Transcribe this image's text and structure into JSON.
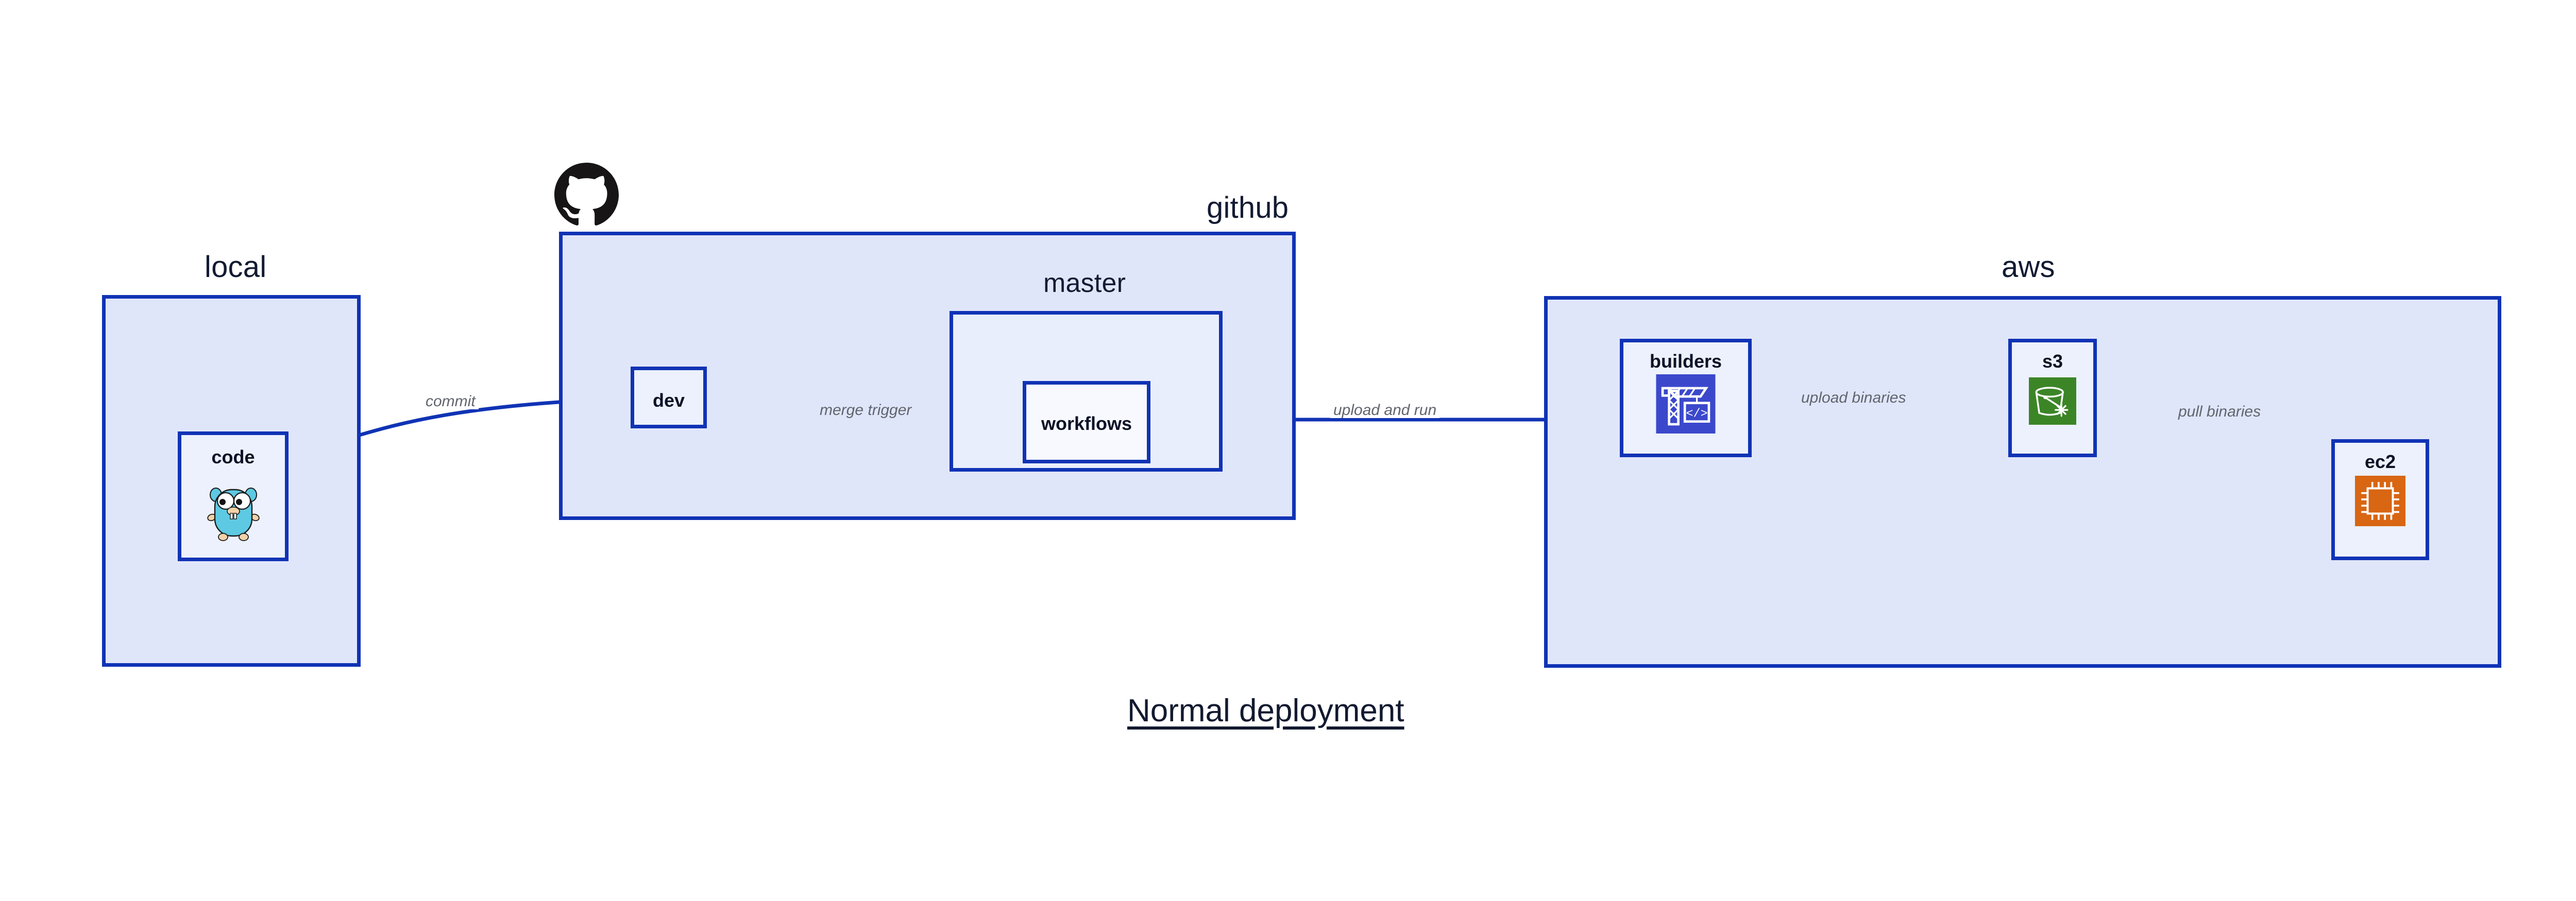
{
  "title": "Normal deployment",
  "colors": {
    "zone_fill": "#e0e6fa",
    "zone_border": "#1033b5",
    "node_fill": "#ecf1fd",
    "edge": "#1033b5",
    "edge_label": "#61656e",
    "builders_icon": "#3b48cc",
    "s3_icon": "#3c8527",
    "ec2_icon": "#d86613",
    "gopher": "#5dc9e2"
  },
  "zones": [
    {
      "id": "local",
      "label": "local"
    },
    {
      "id": "github",
      "label": "github"
    },
    {
      "id": "aws",
      "label": "aws"
    }
  ],
  "subzones": [
    {
      "id": "master",
      "label": "master"
    }
  ],
  "nodes": [
    {
      "id": "code",
      "label": "code",
      "icon": "go-gopher-icon",
      "zone": "local"
    },
    {
      "id": "dev",
      "label": "dev",
      "icon": null,
      "zone": "github"
    },
    {
      "id": "workflows",
      "label": "workflows",
      "icon": null,
      "zone": "master"
    },
    {
      "id": "builders",
      "label": "builders",
      "icon": "aws-codebuild-icon",
      "zone": "aws"
    },
    {
      "id": "s3",
      "label": "s3",
      "icon": "aws-s3-glacier-icon",
      "zone": "aws"
    },
    {
      "id": "ec2",
      "label": "ec2",
      "icon": "aws-ec2-icon",
      "zone": "aws"
    }
  ],
  "edges": [
    {
      "id": "commit",
      "label": "commit",
      "from": "code",
      "to": "dev"
    },
    {
      "id": "merge-trigger",
      "label": "merge trigger",
      "from": "dev",
      "to": "workflows"
    },
    {
      "id": "upload-and-run",
      "label": "upload and run",
      "from": "workflows",
      "to": "builders"
    },
    {
      "id": "upload-binaries",
      "label": "upload binaries",
      "from": "builders",
      "to": "s3"
    },
    {
      "id": "pull-binaries",
      "label": "pull binaries",
      "from": "s3",
      "to": "ec2"
    }
  ],
  "logos": [
    {
      "id": "github-logo",
      "name": "github-octocat-icon"
    }
  ]
}
